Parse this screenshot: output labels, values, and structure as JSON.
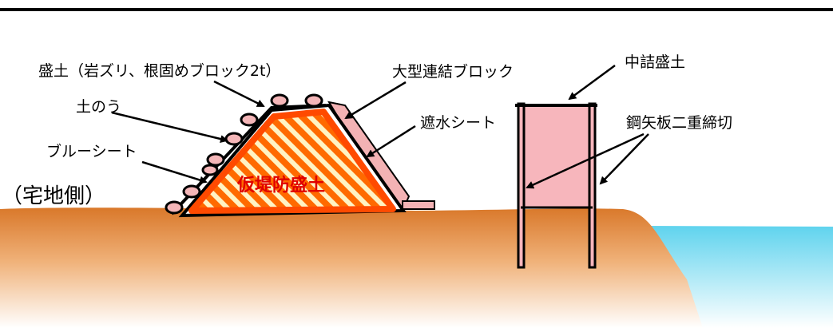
{
  "header": {
    "title_fragment": ""
  },
  "labels": {
    "embankment_materials": "盛土（岩ズリ、根固めブロック2t）",
    "sandbags": "土のう",
    "blue_sheet": "ブルーシート",
    "residential_side": "（宅地側）",
    "large_blocks": "大型連結ブロック",
    "waterproof_sheet": "遮水シート",
    "temporary_levee_fill": "仮堤防盛土",
    "infill": "中詰盛土",
    "double_sheet_pile_cofferdam": "鋼矢板二重締切"
  },
  "colors": {
    "ground": "#d9782a",
    "levee_fill": "#ff6a00",
    "levee_hatch": "#fff3c4",
    "levee_text": "#e00000",
    "sandbag": "#f4b6b8",
    "block": "#f3b2b4",
    "infill": "#f7b6bc",
    "water": "#5fd3ee",
    "header_bar": "#000000"
  }
}
